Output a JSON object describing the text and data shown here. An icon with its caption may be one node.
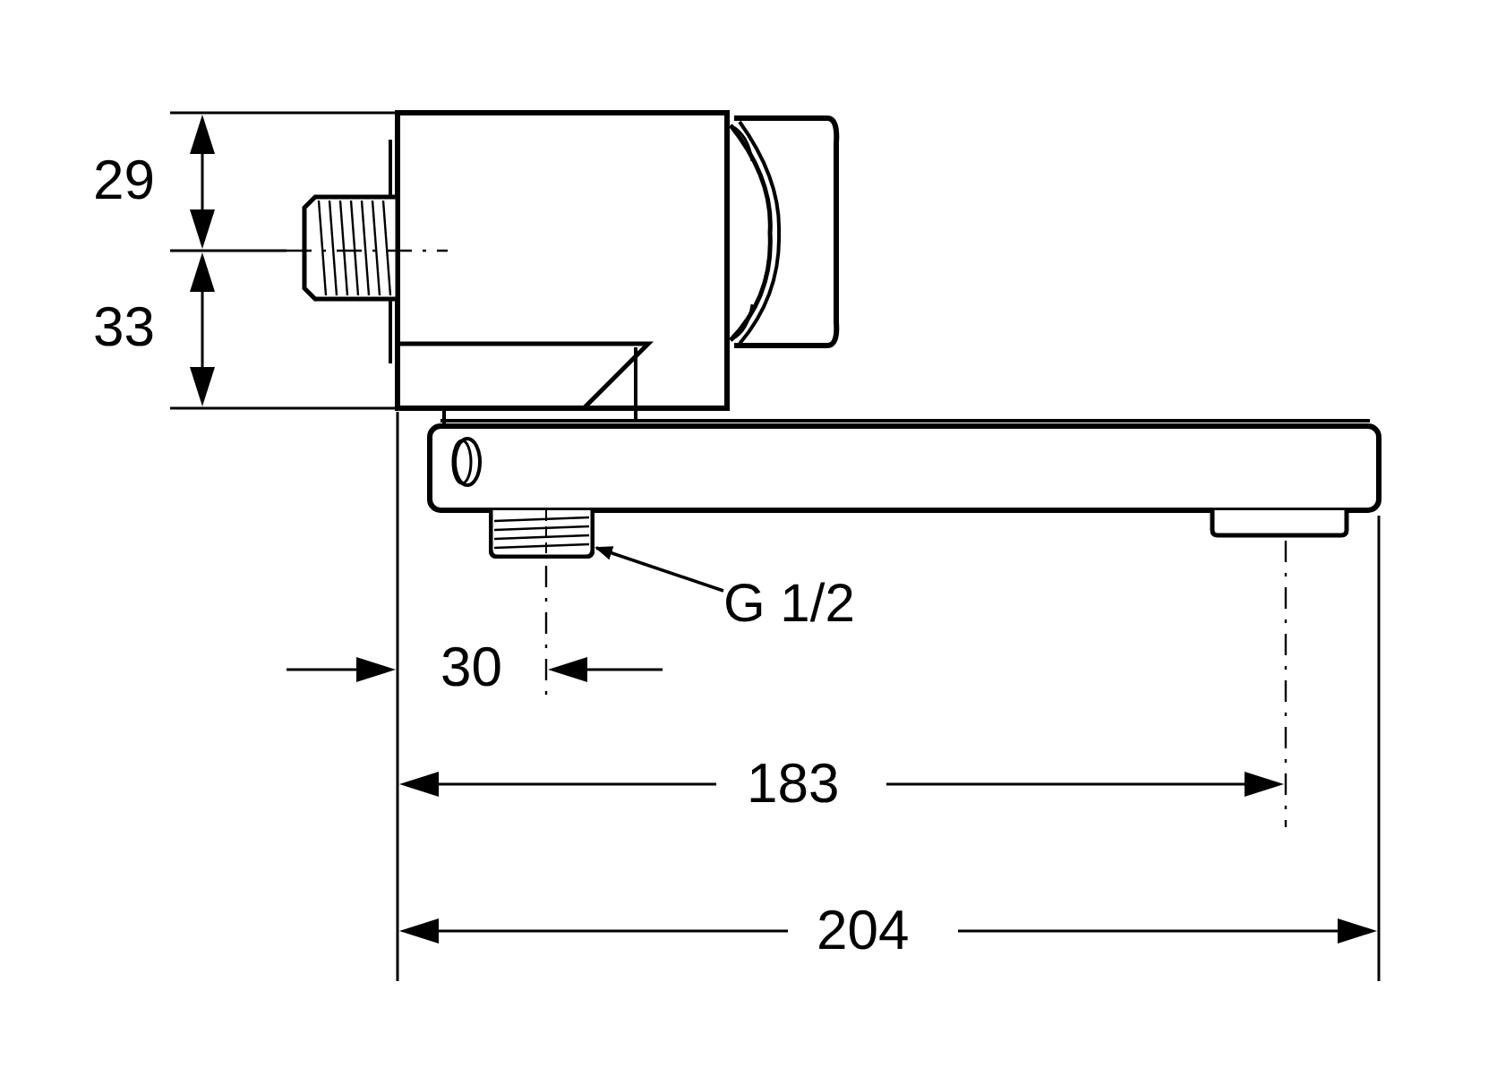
{
  "diagram": {
    "nodes": [
      {
        "text": [
          "G 1/2"
        ]
      },
      {
        "text": [],
        "shape": "picture"
      }
    ],
    "edges": [
      {
        "from": 0,
        "to": 1,
        "arrow": "to"
      }
    ],
    "labels": [
      "29",
      "33",
      "30",
      "183",
      "204"
    ]
  }
}
